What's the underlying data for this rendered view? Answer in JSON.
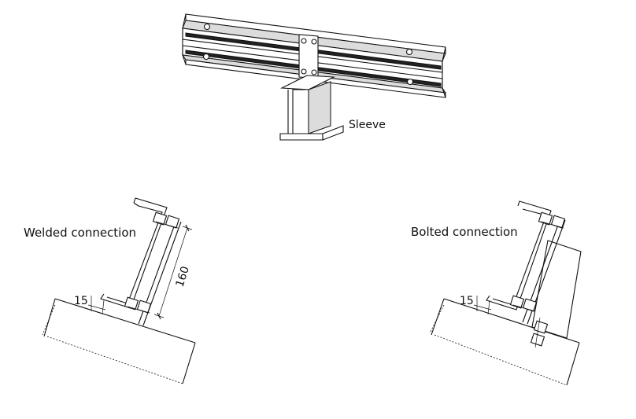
{
  "labels": {
    "sleeve": "Sleeve",
    "welded": "Welded connection",
    "bolted": "Bolted connection",
    "dim_height": "160",
    "dim_offset_left": "15",
    "dim_offset_right": "15"
  },
  "colors": {
    "line": "#111111",
    "background": "#ffffff",
    "shade": "#dcdcdc"
  }
}
